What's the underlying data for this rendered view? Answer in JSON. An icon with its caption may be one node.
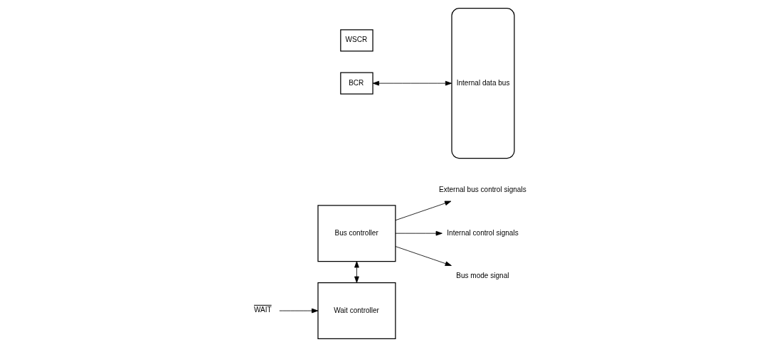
{
  "diagram": {
    "nodes": [
      {
        "text": [
          "Bus controller"
        ]
      },
      {
        "text": [
          "External bus control signals"
        ]
      },
      {
        "text": [
          "Internal control signals"
        ]
      },
      {
        "text": [
          "Bus mode signal"
        ]
      },
      {
        "text": [
          "BCR"
        ]
      },
      {
        "text": [
          "WSCR"
        ]
      },
      {
        "text": [
          "Internal data bus"
        ]
      },
      {
        "text": [
          "WAIT"
        ]
      },
      {
        "text": [
          "Wait controller"
        ]
      }
    ],
    "edges": [
      {
        "from": 0,
        "to": 1,
        "arrow": "to"
      },
      {
        "from": 0,
        "to": 2,
        "arrow": "to"
      },
      {
        "from": 0,
        "to": 3,
        "arrow": "to"
      },
      {
        "from": 0,
        "to": 8,
        "arrow": "both"
      },
      {
        "from": 4,
        "to": 6,
        "arrow": "both"
      },
      {
        "from": 7,
        "to": 8,
        "arrow": "to"
      }
    ]
  }
}
